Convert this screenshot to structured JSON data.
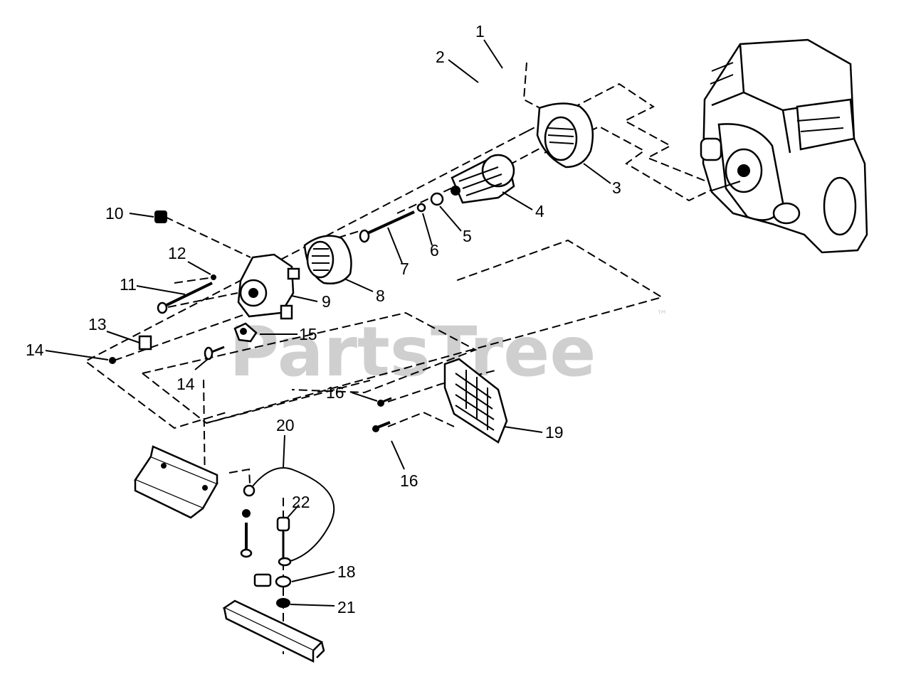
{
  "watermark": {
    "text": "PartsTree",
    "trademark": "™"
  },
  "callouts": [
    "1",
    "2",
    "3",
    "4",
    "5",
    "6",
    "7",
    "8",
    "9",
    "10",
    "11",
    "12",
    "13",
    "14",
    "14",
    "15",
    "16",
    "16",
    "18",
    "19",
    "20",
    "21",
    "22"
  ]
}
